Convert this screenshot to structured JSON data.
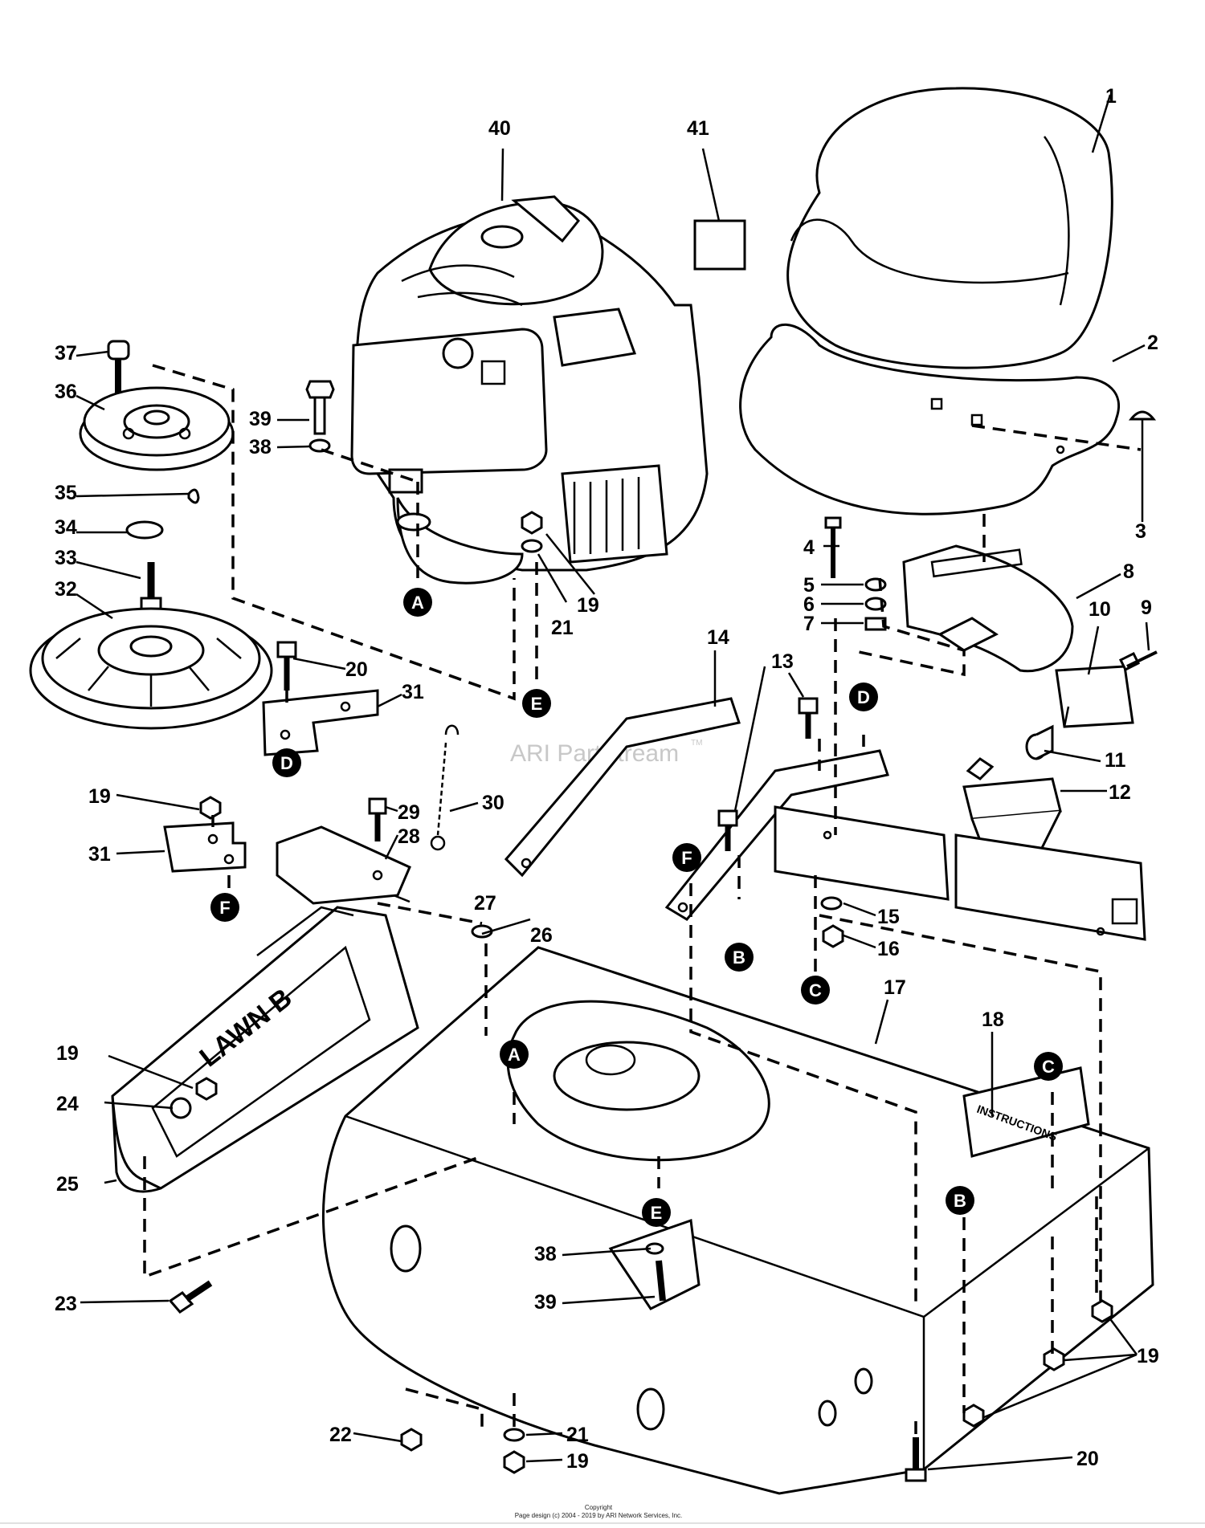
{
  "watermark": "ARI PartStream",
  "watermark_tm": "TM",
  "copyright_heading": "Copyright",
  "copyright_text": "Page design (c) 2004 - 2019 by ARI Network Services, Inc.",
  "sticker_text": "INSTRUCTIONS",
  "guard_logo": "LAWN B",
  "part_labels": {
    "p1": "1",
    "p2": "2",
    "p3": "3",
    "p4": "4",
    "p5": "5",
    "p6": "6",
    "p7": "7",
    "p8": "8",
    "p9": "9",
    "p10": "10",
    "p11": "11",
    "p12": "12",
    "p13": "13",
    "p14": "14",
    "p15": "15",
    "p16": "16",
    "p17": "17",
    "p18": "18",
    "p19a": "19",
    "p19b": "19",
    "p19c": "19",
    "p19d": "19",
    "p19e": "19",
    "p20a": "20",
    "p20b": "20",
    "p21a": "21",
    "p21b": "21",
    "p22": "22",
    "p23": "23",
    "p24": "24",
    "p25": "25",
    "p26": "26",
    "p27": "27",
    "p28": "28",
    "p29": "29",
    "p30": "30",
    "p31a": "31",
    "p31b": "31",
    "p32": "32",
    "p33": "33",
    "p34": "34",
    "p35": "35",
    "p36": "36",
    "p37": "37",
    "p38a": "38",
    "p38b": "38",
    "p39a": "39",
    "p39b": "39",
    "p40": "40",
    "p41": "41"
  },
  "callouts": {
    "A1": "A",
    "A2": "A",
    "B1": "B",
    "B2": "B",
    "C1": "C",
    "C2": "C",
    "D1": "D",
    "D2": "D",
    "E1": "E",
    "E2": "E",
    "F1": "F",
    "F2": "F"
  }
}
